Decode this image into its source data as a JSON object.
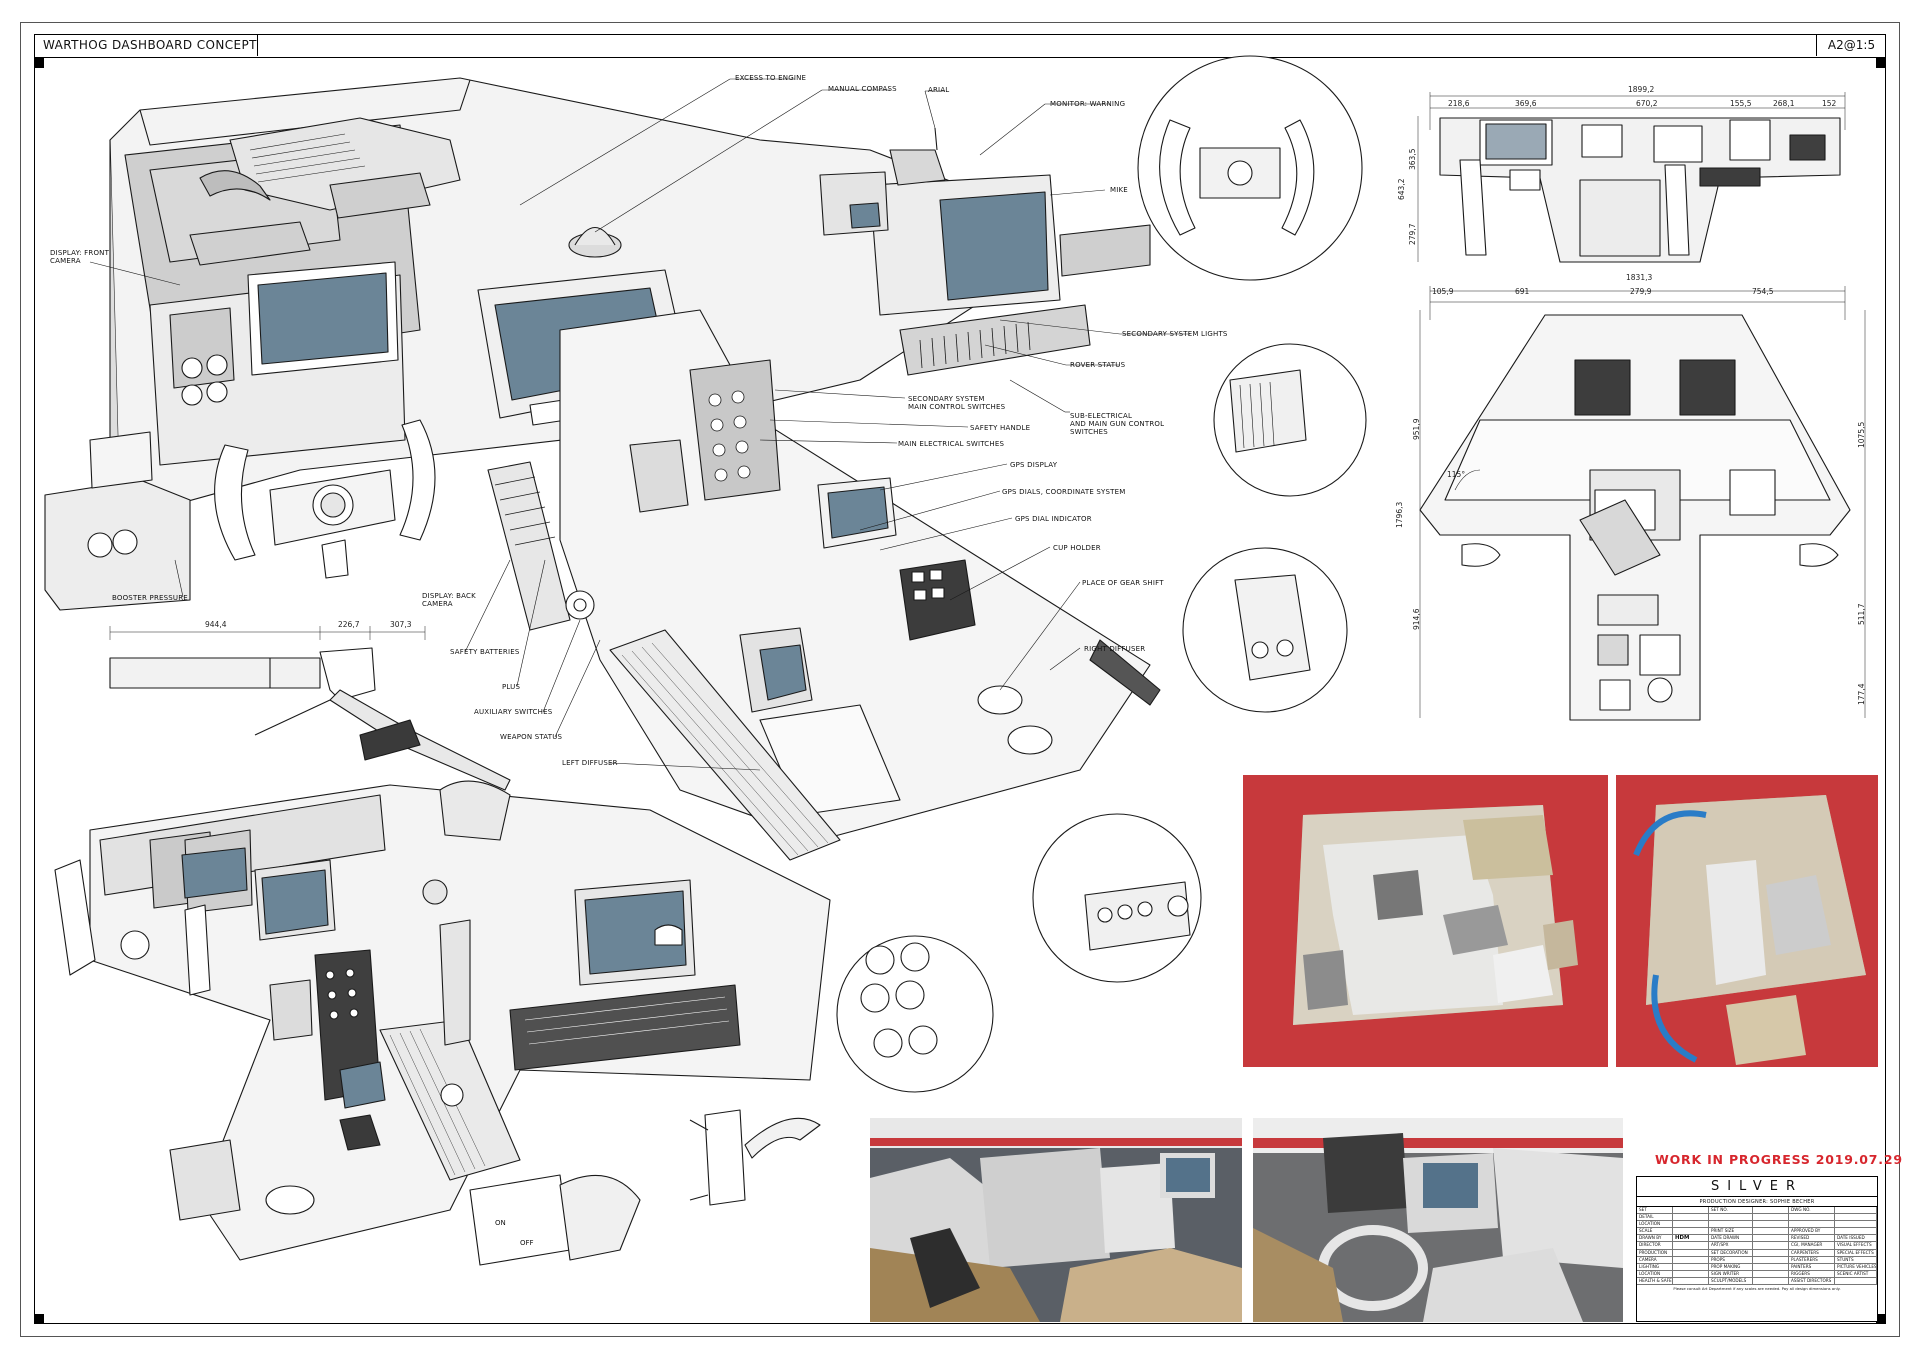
{
  "header": {
    "title": "WARTHOG DASHBOARD CONCEPT",
    "sheet_ref": "A2@1:5"
  },
  "callouts": {
    "excess_to_engine": "EXCESS TO ENGINE",
    "manual_compass": "MANUAL COMPASS",
    "arial": "ARIAL",
    "monitor_warning": "MONITOR: WARNING",
    "mike": "MIKE",
    "display_front_camera_1": "DISPLAY: FRONT",
    "display_front_camera_2": "CAMERA",
    "secondary_system_lights": "SECONDARY SYSTEM LIGHTS",
    "rover_status": "ROVER STATUS",
    "secondary_main_control_1": "SECONDARY SYSTEM",
    "secondary_main_control_2": "MAIN CONTROL SWITCHES",
    "safety_handle": "SAFETY HANDLE",
    "main_electrical_switches": "MAIN ELECTRICAL SWITCHES",
    "sub_electrical_1": "SUB-ELECTRICAL",
    "sub_electrical_2": "AND MAIN GUN CONTROL",
    "sub_electrical_3": "SWITCHES",
    "gps_display": "GPS DISPLAY",
    "gps_dials": "GPS DIALS, COORDINATE SYSTEM",
    "gps_dial_indicator": "GPS DIAL INDICATOR",
    "cup_holder": "CUP HOLDER",
    "place_of_gear_shift": "PLACE OF GEAR SHIFT",
    "right_diffuser": "RIGHT DIFFUSER",
    "booster_pressure": "BOOSTER PRESSURE",
    "display_back_camera_1": "DISPLAY: BACK",
    "display_back_camera_2": "CAMERA",
    "safety_batteries": "SAFETY BATTERIES",
    "plus": "PLUS",
    "auxiliary_switches": "AUXILIARY SWITCHES",
    "weapon_status": "WEAPON STATUS",
    "left_diffuser": "LEFT DIFFUSER"
  },
  "dimensions": {
    "side": [
      "944,4",
      "226,7",
      "307,3"
    ],
    "top_overall": "1899,2",
    "top_segments": [
      "218,6",
      "369,6",
      "670,2",
      "155,5",
      "268,1",
      "152"
    ],
    "top_left_vertical": [
      "643,2",
      "363,5",
      "279,7"
    ],
    "plan_overall": "1831,3",
    "plan_segments": [
      "105,9",
      "691",
      "279,9",
      "754,5"
    ],
    "plan_left_vertical": [
      "951,9",
      "1796,3",
      "914,6"
    ],
    "plan_right_vertical": [
      "1075,5",
      "511,7",
      "177,4"
    ],
    "angle": "115°"
  },
  "status": {
    "work_in_progress": "WORK IN PROGRESS 2019.07.29"
  },
  "title_block": {
    "logo": "SILVER",
    "production_designer": "PRODUCTION DESIGNER: SOPHIE BECHER",
    "rows": [
      [
        "SET",
        "",
        "SET NO.",
        "",
        "DWG NO.",
        ""
      ],
      [
        "DETAIL",
        "",
        "",
        "",
        "",
        ""
      ],
      [
        "LOCATION",
        "",
        "",
        "",
        "",
        ""
      ],
      [
        "SCALE",
        "",
        "PRINT SIZE",
        "",
        "APPROVED BY",
        ""
      ],
      [
        "DRAWN BY",
        "HDM",
        "DATE DRAWN",
        "",
        "REVISED",
        "DATE ISSUED"
      ],
      [
        "DIRECTOR",
        "",
        "ART/SPX",
        "",
        "CGI, MANAGER",
        "VISUAL EFFECTS"
      ],
      [
        "PRODUCTION",
        "",
        "SET DECORATION",
        "",
        "CARPENTERS",
        "SPECIAL EFFECTS"
      ],
      [
        "CAMERA",
        "",
        "PROPS",
        "",
        "PLASTERERS",
        "STUNTS"
      ],
      [
        "LIGHTING",
        "",
        "PROP MAKING",
        "",
        "PAINTERS",
        "PICTURE VEHICLES"
      ],
      [
        "LOCATION",
        "",
        "SIGN WRITER",
        "",
        "RIGGERS",
        "SCENIC ARTIST"
      ],
      [
        "HEALTH & SAFETY",
        "",
        "SCULPT/MODELS",
        "",
        "ASSIST DIRECTORS",
        ""
      ]
    ],
    "footer": "Please consult Art Department if any scales are needed. Pay all design dimensions only."
  },
  "colors": {
    "line": "#1a1a1a",
    "screen": "#6b8597",
    "render_red": "#c7393c",
    "render_blue": "#2a7cc7",
    "render_beige": "#b69e7f",
    "wip": "#d7262d"
  }
}
